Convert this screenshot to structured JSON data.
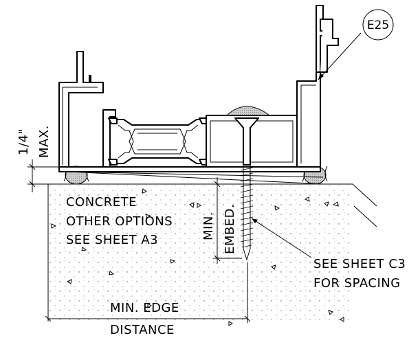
{
  "labels": {
    "callout_tag": "E25",
    "recess": "1/4\"",
    "recess_max": "MAX.",
    "concrete": "CONCRETE",
    "options": "OTHER OPTIONS",
    "see_a3": "SEE SHEET A3",
    "min_v": "MIN.",
    "embed_v": "EMBED.",
    "see_c3": "SEE SHEET C3",
    "for_spacing": "FOR SPACING",
    "min_edge": "MIN. EDGE",
    "distance": "DISTANCE"
  }
}
